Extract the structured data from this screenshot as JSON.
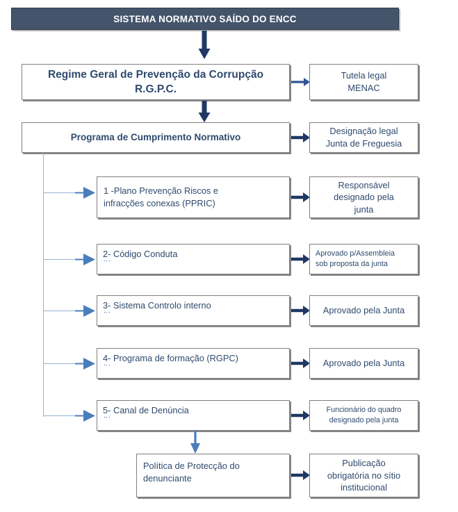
{
  "diagram": {
    "title": "SISTEMA NORMATIVO SAÍDO DO ENCC",
    "colors": {
      "title_bar_bg": "#44546a",
      "title_bar_text": "#ffffff",
      "box_border": "#808080",
      "box_text": "#2f4a6d",
      "arrow_dark": "#1f3864",
      "arrow_mid": "#2e5395",
      "connector_line": "#95b3d7",
      "spellcheck_squiggle": "#4a6bbf"
    },
    "nodes": {
      "rgpc": "Regime Geral de Prevenção da Corrupção R.G.P.C.",
      "rgpc_line1": "Regime Geral de Prevenção da Corrupção",
      "rgpc_line2": "R.G.P.C.",
      "rgpc_side_line1": "Tutela legal",
      "rgpc_side_line2": "MENAC",
      "programa": "Programa de Cumprimento Normativo",
      "programa_side_line1": "Designação legal",
      "programa_side_line2": "Junta de Freguesia",
      "politica_line1": "Política de Protecção do",
      "politica_line2": "denunciante",
      "politica_full": "Política de Protecção do denunciante",
      "politica_side_line1": "Publicação",
      "politica_side_line2": "obrigatória no sítio",
      "politica_side_line3": "institucional"
    },
    "items": [
      {
        "number": "1",
        "dash": "-",
        "label": "Plano Prevenção Riscos e infracções conexas (PPRIC)",
        "label_line1": "1   -Plano   Prevenção   Riscos   e",
        "label_line2": "infracções conexas (PPRIC)",
        "spellcheck": false,
        "result_lines": [
          "Responsável",
          "designado pela",
          "junta"
        ],
        "result_align": "center",
        "result_size": "f-13"
      },
      {
        "number": "2",
        "dash": "-",
        "label": "Código Conduta",
        "spellcheck": true,
        "result_lines": [
          "Aprovado p/Assembleia",
          "sob proposta da junta"
        ],
        "result_align": "left",
        "result_size": "f-11"
      },
      {
        "number": "3",
        "dash": "-",
        "label": "Sistema Controlo interno",
        "spellcheck": true,
        "result_lines": [
          "Aprovado pela Junta"
        ],
        "result_align": "center",
        "result_size": "f-13"
      },
      {
        "number": "4",
        "dash": "-",
        "label": "Programa de formação (RGPC)",
        "spellcheck": true,
        "result_lines": [
          "Aprovado pela Junta"
        ],
        "result_align": "center",
        "result_size": "f-13"
      },
      {
        "number": "5",
        "dash": "-",
        "label": "Canal de Denúncia",
        "spellcheck": true,
        "result_lines": [
          "Funcionário do quadro",
          "designado pela junta"
        ],
        "result_align": "center",
        "result_size": "f-11"
      }
    ]
  }
}
